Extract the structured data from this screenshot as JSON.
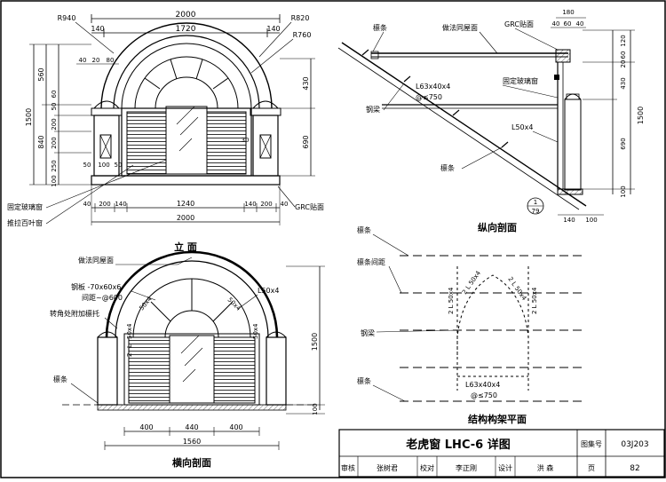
{
  "title_block": {
    "title": "老虎窗 LHC-6 详图",
    "atlas_label": "图集号",
    "atlas_no": "03J203",
    "review": "审核",
    "reviewer": "张树君",
    "check": "校对",
    "checker": "李正刚",
    "design": "设计",
    "designer": "洪 森",
    "page_label": "页",
    "page_no": "82"
  },
  "elevation": {
    "caption": "立  面",
    "top_dims": [
      "2000",
      "1720",
      "140",
      "140"
    ],
    "radius_labels": [
      "R940",
      "R820",
      "R760"
    ],
    "small_dims": [
      "40",
      "20",
      "80"
    ],
    "left_dims": [
      "560",
      "840",
      "1500",
      "50",
      "60",
      "200",
      "200",
      "250",
      "100"
    ],
    "right_dims": [
      "430",
      "690"
    ],
    "inner_dims": [
      "50",
      "100",
      "50",
      "30"
    ],
    "bottom_dims": [
      "40",
      "200",
      "140",
      "1240",
      "140",
      "200",
      "40"
    ],
    "total_width": "2000",
    "notes": [
      "固定玻璃窗",
      "推拉百叶窗",
      "GRC贴面"
    ]
  },
  "longitudinal": {
    "caption": "纵向剖面",
    "labels": [
      "檩条",
      "做法同屋面",
      "GRC贴面",
      "L63x40x4",
      "@≤750",
      "固定玻璃窗",
      "钢梁",
      "L50x4",
      "檩条"
    ],
    "top_dims": [
      "180",
      "40",
      "60",
      "40"
    ],
    "right_dims": [
      "120",
      "60",
      "20",
      "430",
      "1500",
      "690",
      "100"
    ],
    "bottom_dims": [
      "140",
      "100"
    ],
    "section_mark_top": "1",
    "section_mark_bottom": "79"
  },
  "transverse": {
    "caption": "横向剖面",
    "labels": [
      "做法同屋面",
      "钢板 -70x60x6",
      "间距~@600",
      "转角处附加檩托",
      "L50x4",
      "檩条"
    ],
    "angle_labels": [
      "2",
      "L",
      "50x4"
    ],
    "left_dims": [
      "1500",
      "100"
    ],
    "bottom_dims": [
      "400",
      "440",
      "400"
    ],
    "total_width": "1560"
  },
  "plan": {
    "caption": "结构构架平面",
    "labels": [
      "檩条",
      "檩条间距",
      "钢梁",
      "檩条",
      "L63x40x4",
      "@≤750"
    ],
    "angle_label": "2 L 50x4"
  }
}
